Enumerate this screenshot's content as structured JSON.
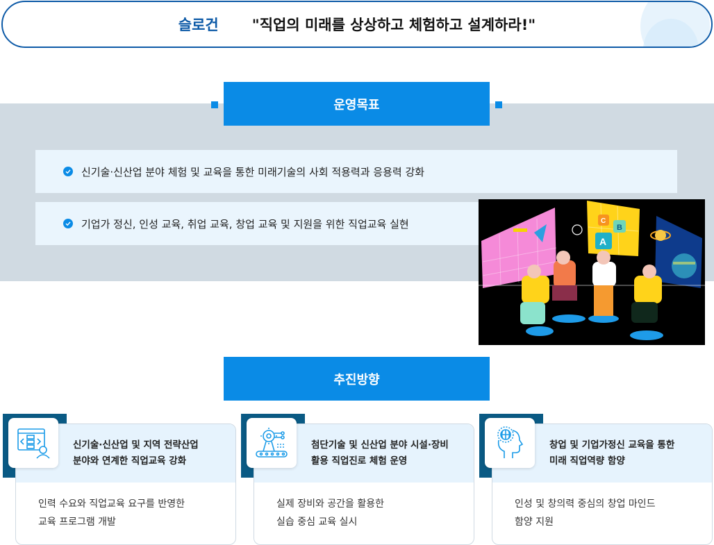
{
  "slogan": {
    "label": "슬로건",
    "text": "\"직업의 미래를 상상하고 체험하고 설계하라!\""
  },
  "goals": {
    "header": "운영목표",
    "items": [
      {
        "text": "신기술·신산업 분야 체험 및 교육을 통한 미래기술의 사회 적용력과 응용력 강화"
      },
      {
        "text": "기업가 정신, 인성 교육, 취업 교육, 창업 교육 및 지원을 위한 직업교육 실현"
      }
    ]
  },
  "illustration": {
    "name": "vr-students-learning-illustration",
    "letters": [
      "C",
      "B",
      "A"
    ]
  },
  "directions": {
    "header": "추진방향",
    "cards": [
      {
        "icon": "programming-person-icon",
        "title_line1": "신기술·신산업 및 지역 전략산업",
        "title_line2": "분야와 연계한 직업교육 강화",
        "desc_line1": "인력 수요와 직업교육 요구를 반영한",
        "desc_line2": "교육 프로그램 개발"
      },
      {
        "icon": "gear-robot-conveyor-icon",
        "title_line1": "첨단기술 및 신산업 분야 시설·장비",
        "title_line2": "활용 직업진로 체험 운영",
        "desc_line1": "실제 장비와 공간을 활용한",
        "desc_line2": "실습 중심 교육 실시"
      },
      {
        "icon": "head-globe-icon",
        "title_line1": "창업 및 기업가정신 교육을 통한",
        "title_line2": "미래 직업역량 함양",
        "desc_line1": "인성 및 창의력 중심의 창업 마인드",
        "desc_line2": "함양 지원"
      }
    ]
  },
  "colors": {
    "primary_blue": "#0a8be6",
    "navy": "#0a5a84",
    "slogan_border": "#0d5aa7",
    "band_gray": "#d0dae2",
    "light_blue": "#eaf5fd"
  }
}
